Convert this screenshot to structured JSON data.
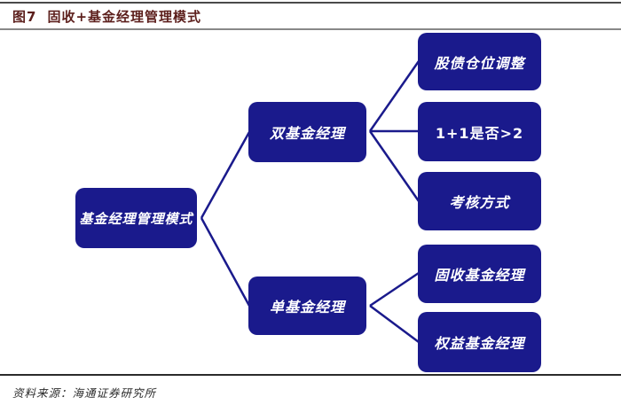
{
  "header": {
    "figure_label": "图7",
    "title": "固收+基金经理管理模式"
  },
  "footer": {
    "source": "资料来源：海通证券研究所"
  },
  "colors": {
    "node_fill": "#1a1a8c",
    "connector": "#1a1a8c",
    "title_text": "#5c1f1c",
    "node_text": "#ffffff"
  },
  "tree": {
    "root": {
      "label": "基金经理管理模式"
    },
    "branches": [
      {
        "label": "双基金经理",
        "children": [
          "股债仓位调整",
          "1+1是否>2",
          "考核方式"
        ]
      },
      {
        "label": "单基金经理",
        "children": [
          "固收基金经理",
          "权益基金经理"
        ]
      }
    ]
  }
}
